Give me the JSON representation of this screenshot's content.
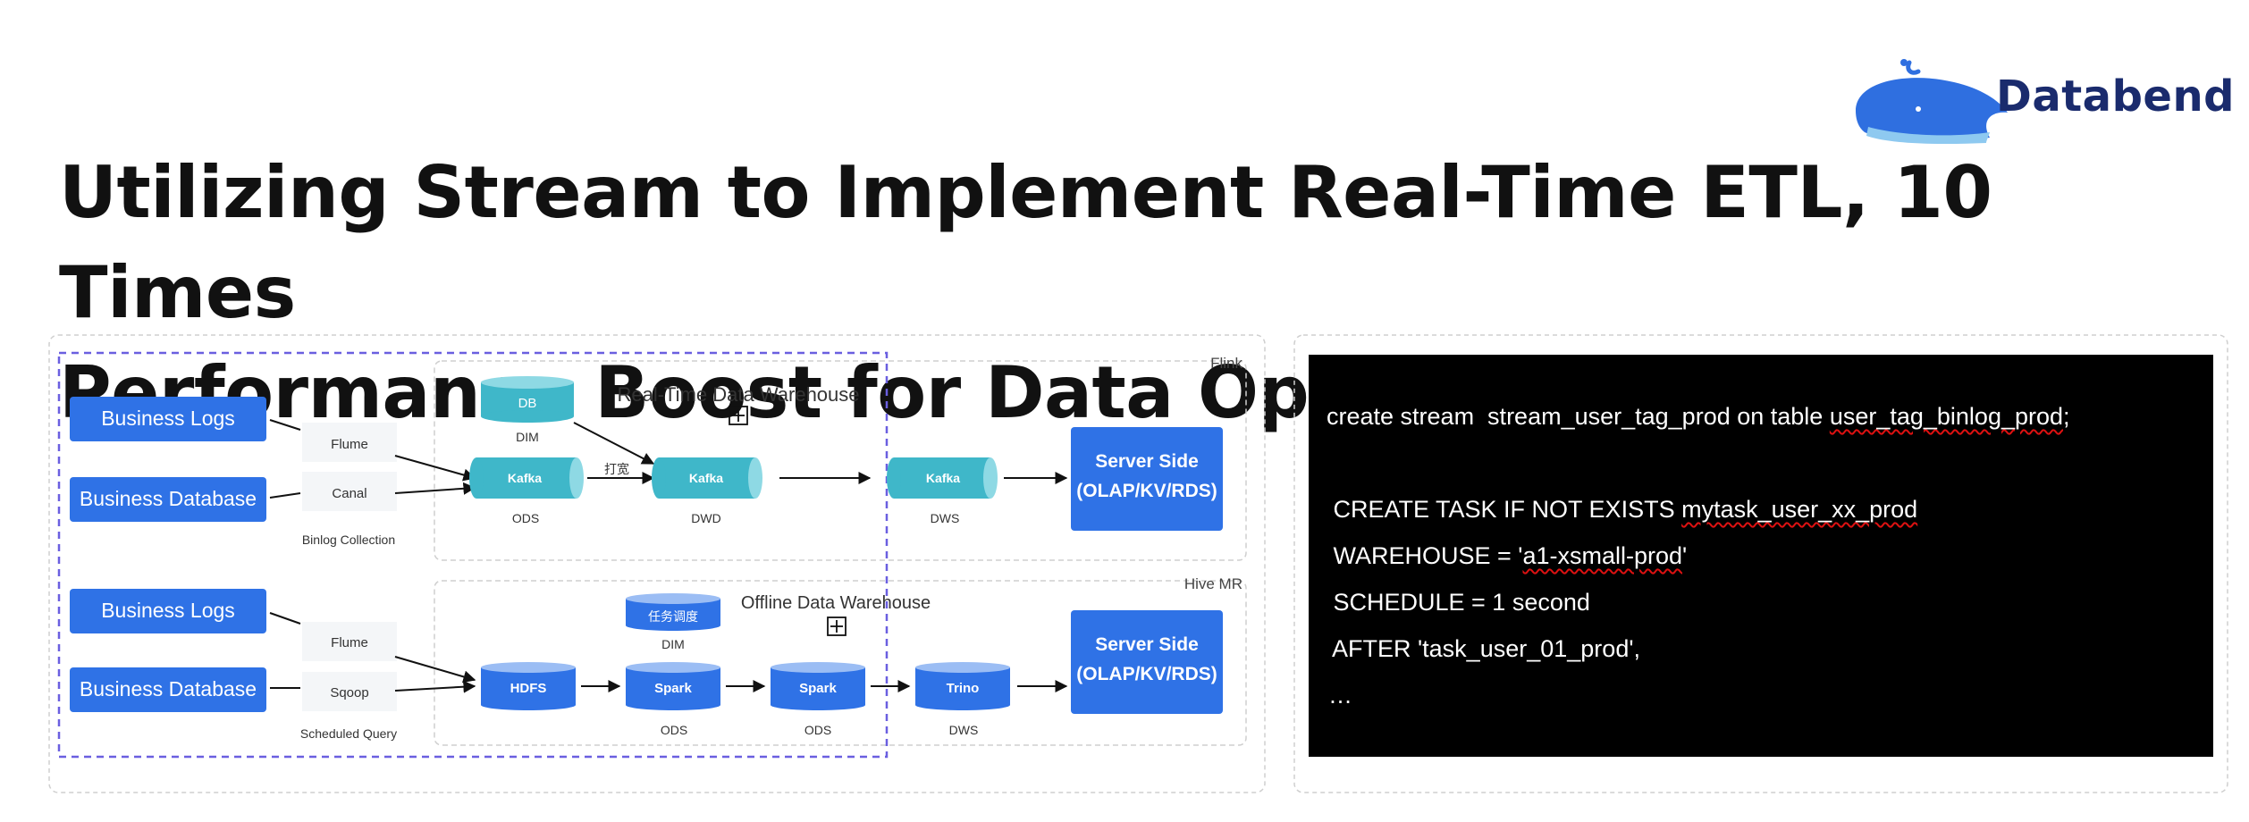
{
  "brand": {
    "name": "Databend",
    "primary_color": "#1a2b6d",
    "accent_color": "#3a80e6"
  },
  "title": {
    "line1": "Utilizing Stream to Implement Real-Time ETL, 10 Times",
    "line2": "Performance Boost for Data Operations"
  },
  "colors": {
    "blue_box": "#2f72e6",
    "teal_node": "#3fb7c9",
    "blue_node": "#2f72e6",
    "dashed_purple": "#6a5fe0"
  },
  "diagram": {
    "realtime": {
      "section_label": "Flink",
      "title": "Real-Time Data Warehouse",
      "sources": [
        "Business Logs",
        "Business Database"
      ],
      "collectors": [
        "Flume",
        "Canal"
      ],
      "collection_label": "Binlog Collection",
      "dim_node": "DB",
      "dim_label": "DIM",
      "nodes": [
        "Kafka",
        "Kafka",
        "Kafka"
      ],
      "node_labels": [
        "ODS",
        "DWD",
        "DWS"
      ],
      "edge_label": "打宽",
      "server_line1": "Server Side",
      "server_line2": "(OLAP/KV/RDS)"
    },
    "offline": {
      "section_label": "Hive MR",
      "title": "Offline Data Warehouse",
      "sources": [
        "Business Logs",
        "Business Database"
      ],
      "collectors": [
        "Flume",
        "Sqoop"
      ],
      "collection_label": "Scheduled Query",
      "dim_node": "任务调度",
      "dim_label": "DIM",
      "nodes": [
        "HDFS",
        "Spark",
        "Spark",
        "Trino"
      ],
      "node_labels": [
        "ODS",
        "ODS",
        "DWS"
      ],
      "server_line1": "Server Side",
      "server_line2": "(OLAP/KV/RDS)"
    }
  },
  "code": {
    "l1a": "create stream  stream_user_tag_prod on table ",
    "l1b": "user_tag_binlog_prod",
    "l1c": ";",
    "l2a": " CREATE TASK IF NOT EXISTS ",
    "l2b": "mytask_user_xx_prod",
    "l3a": " WAREHOUSE = '",
    "l3b": "a1-xsmall-prod",
    "l3c": "'",
    "l4": " SCHEDULE = 1 second",
    "l5": " AFTER 'task_user_01_prod',",
    "l6": "…"
  }
}
